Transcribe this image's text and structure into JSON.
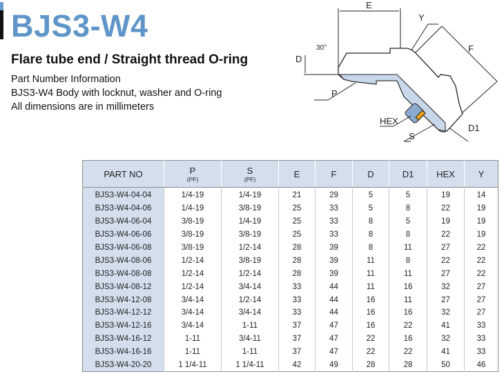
{
  "title": "BJS3-W4",
  "subtitle": "Flare tube end / Straight thread O-ring",
  "lines": [
    "Part Number Information",
    "BJS3-W4 Body with locknut, washer and O-ring",
    "All dimensions are in millimeters"
  ],
  "diagram": {
    "labels": {
      "E": "E",
      "Y": "Y",
      "F": "F",
      "D": "D",
      "angle": "30°",
      "P": "P",
      "HEX": "HEX",
      "S": "S",
      "D1": "D1"
    },
    "colors": {
      "body_shade": "#c9d7ea",
      "nut": "#8aaad0",
      "oring": "#e8a21a"
    }
  },
  "table": {
    "headers": [
      {
        "label": "PART NO"
      },
      {
        "label": "P",
        "sub": "(PF)"
      },
      {
        "label": "S",
        "sub": "(PF)"
      },
      {
        "label": "E"
      },
      {
        "label": "F"
      },
      {
        "label": "D"
      },
      {
        "label": "D1"
      },
      {
        "label": "HEX"
      },
      {
        "label": "Y"
      }
    ],
    "rows": [
      [
        "BJS3-W4-04-04",
        "1/4-19",
        "1/4-19",
        "21",
        "29",
        "5",
        "5",
        "19",
        "14"
      ],
      [
        "BJS3-W4-04-06",
        "1/4-19",
        "3/8-19",
        "25",
        "33",
        "5",
        "8",
        "22",
        "19"
      ],
      [
        "BJS3-W4-06-04",
        "3/8-19",
        "1/4-19",
        "25",
        "33",
        "8",
        "5",
        "19",
        "19"
      ],
      [
        "BJS3-W4-06-06",
        "3/8-19",
        "3/8-19",
        "25",
        "33",
        "8",
        "8",
        "22",
        "19"
      ],
      [
        "BJS3-W4-06-08",
        "3/8-19",
        "1/2-14",
        "28",
        "39",
        "8",
        "11",
        "27",
        "22"
      ],
      [
        "BJS3-W4-08-06",
        "1/2-14",
        "3/8-19",
        "28",
        "39",
        "11",
        "8",
        "22",
        "22"
      ],
      [
        "BJS3-W4-08-08",
        "1/2-14",
        "1/2-14",
        "28",
        "39",
        "11",
        "11",
        "27",
        "22"
      ],
      [
        "BJS3-W4-08-12",
        "1/2-14",
        "3/4-14",
        "33",
        "44",
        "11",
        "16",
        "32",
        "27"
      ],
      [
        "BJS3-W4-12-08",
        "3/4-14",
        "1/2-14",
        "33",
        "44",
        "16",
        "11",
        "27",
        "27"
      ],
      [
        "BJS3-W4-12-12",
        "3/4-14",
        "3/4-14",
        "33",
        "44",
        "16",
        "16",
        "32",
        "27"
      ],
      [
        "BJS3-W4-12-16",
        "3/4-14",
        "1-11",
        "37",
        "47",
        "16",
        "22",
        "41",
        "33"
      ],
      [
        "BJS3-W4-16-12",
        "1-11",
        "3/4-11",
        "37",
        "47",
        "22",
        "16",
        "32",
        "33"
      ],
      [
        "BJS3-W4-16-16",
        "1-11",
        "1-11",
        "37",
        "47",
        "22",
        "22",
        "41",
        "33"
      ],
      [
        "BJS3-W4-20-20",
        "1 1/4-11",
        "1 1/4-11",
        "42",
        "49",
        "28",
        "28",
        "50",
        "46"
      ]
    ]
  }
}
